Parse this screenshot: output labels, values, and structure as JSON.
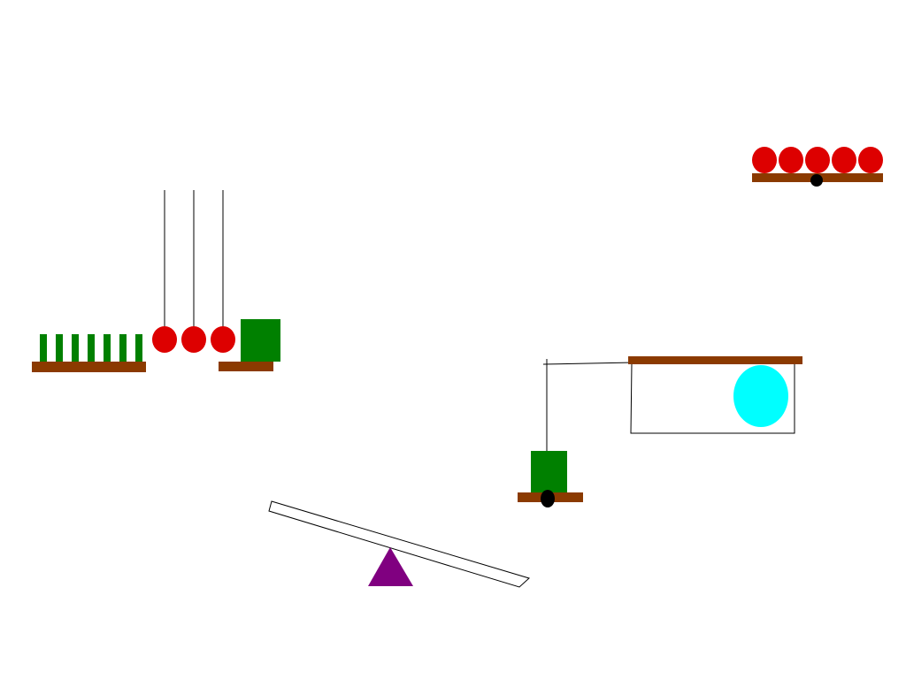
{
  "scene": {
    "background": "#ffffff",
    "colors": {
      "ball": "#dd0000",
      "block": "#008000",
      "plank": "#8b3a00",
      "pivot": "#000000",
      "string": "#000000",
      "fulcrum": "#800080",
      "target_ball": "#00ffff",
      "outline": "#000000",
      "lever_fill": "#ffffff"
    },
    "objects": [
      "domino-row",
      "hanging-ball-pendulums",
      "green-block-on-shelf",
      "ball-row-on-balance-plank",
      "pulley-weight-block",
      "cage-with-cyan-ball",
      "seesaw-lever"
    ],
    "counts": {
      "dominoes": 7,
      "pendulum_balls": 3,
      "top_right_balls": 5
    }
  }
}
